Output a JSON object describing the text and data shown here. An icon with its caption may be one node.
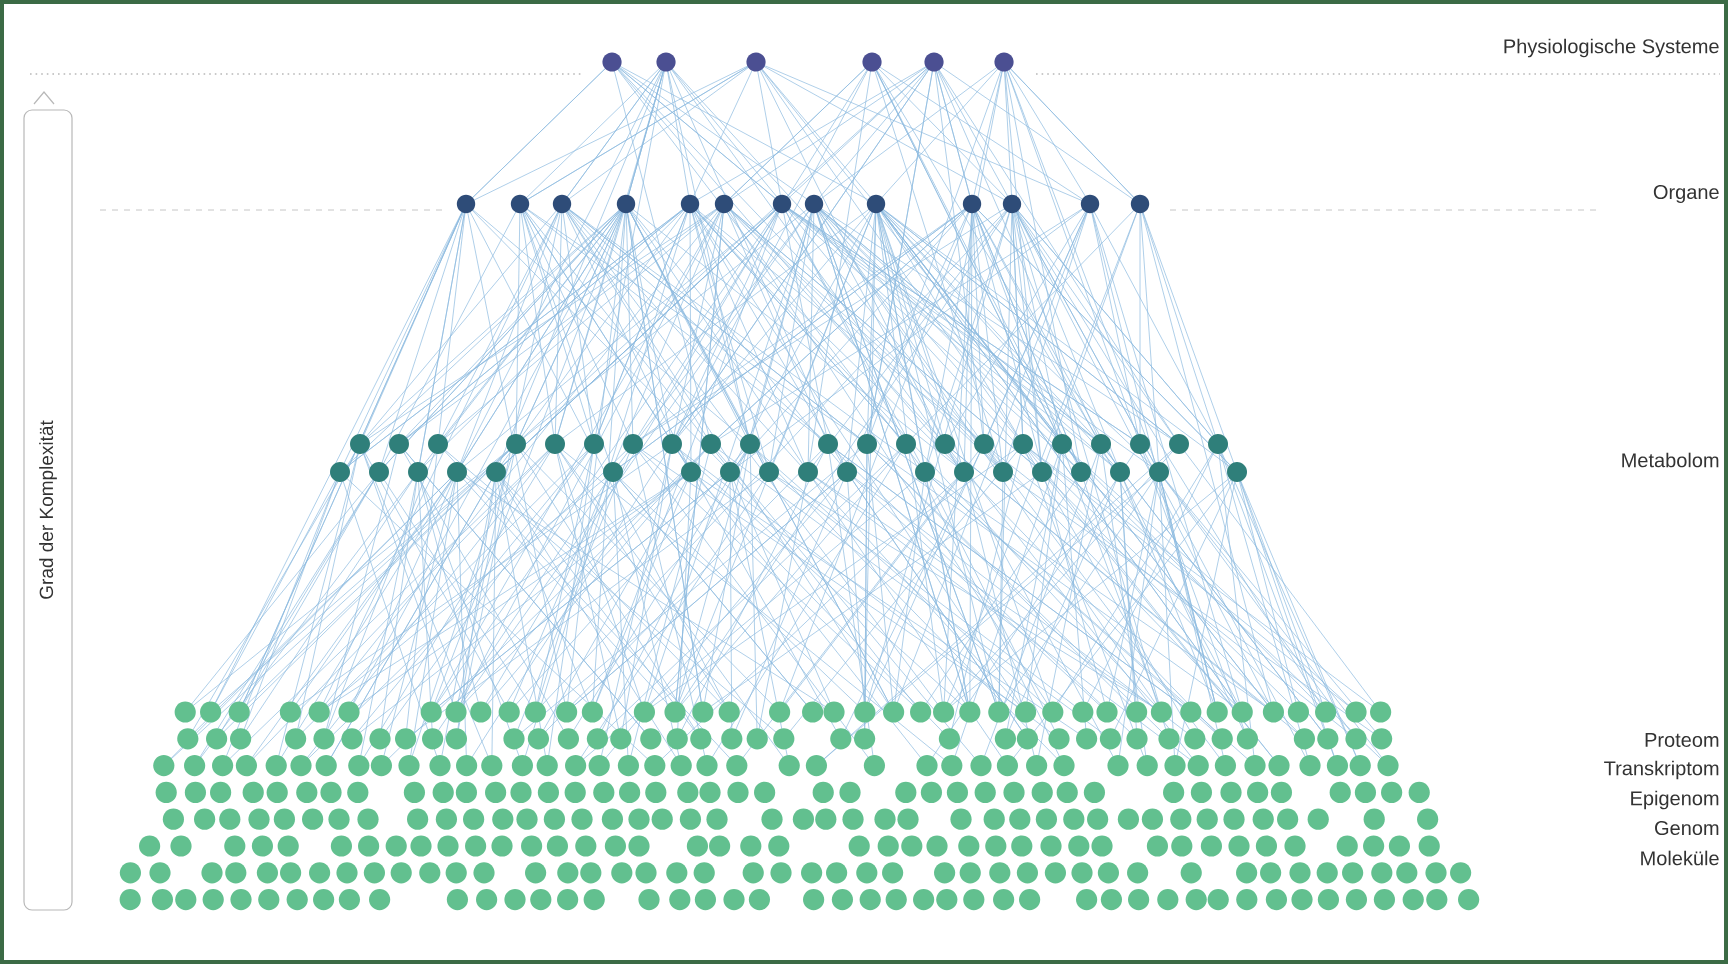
{
  "diagram": {
    "labels": [
      "Physiologische Systeme",
      "Organe",
      "Metabolom",
      "Proteom",
      "Transkriptom",
      "Epigenom",
      "Genom",
      "Moleküle",
      "Grad der Komplexität"
    ]
  }
}
